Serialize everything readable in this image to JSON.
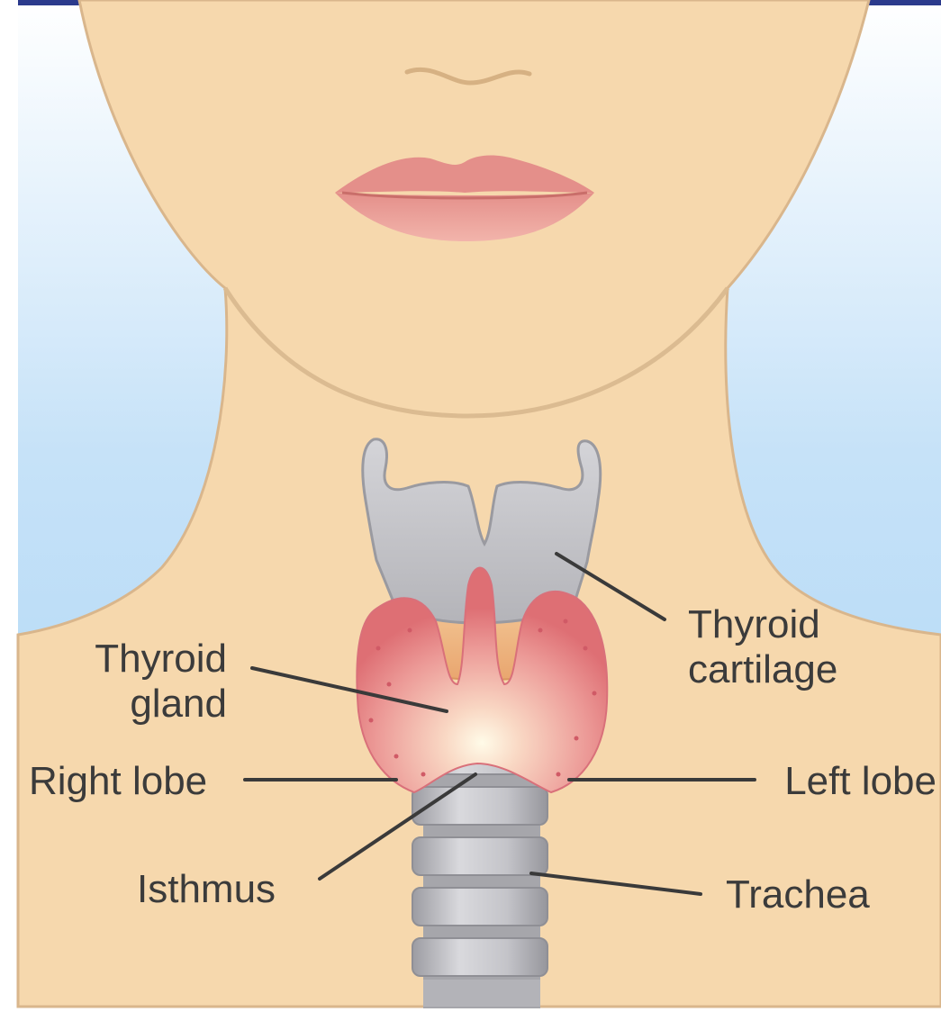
{
  "labels": {
    "thyroid_cartilage": [
      "Thyroid",
      "cartilage"
    ],
    "thyroid_gland": [
      "Thyroid",
      "gland"
    ],
    "right_lobe": "Right lobe",
    "left_lobe": "Left lobe",
    "isthmus": "Isthmus",
    "trachea": "Trachea"
  },
  "colors": {
    "skin": "#f6d8ad",
    "skin_outline": "#d9b68c",
    "sky_top": "#d7ecfa",
    "sky_bottom": "#a9d4f5",
    "lips": "#e89a94",
    "cartilage": "#c8c8cc",
    "gland": "#e98a8a",
    "label_text": "#3b3b3b",
    "leader_line": "#3a3a3a"
  }
}
